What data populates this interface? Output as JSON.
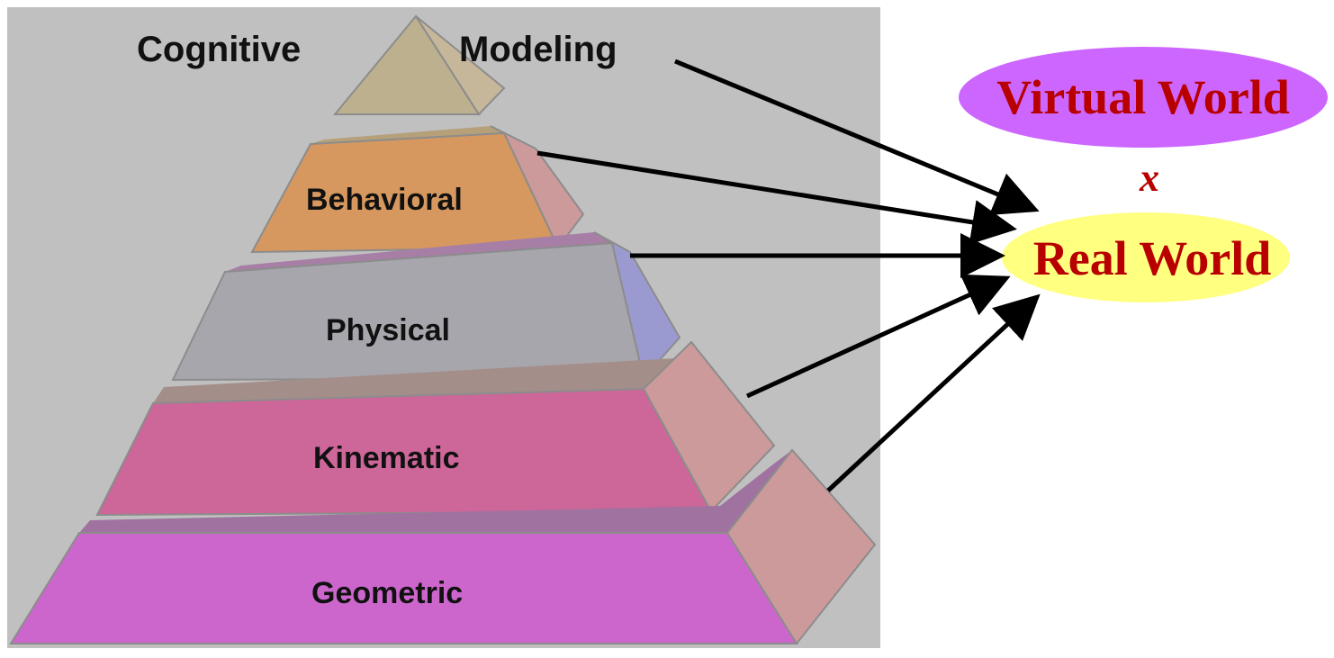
{
  "pyramid": {
    "top_left_label": "Cognitive",
    "top_right_label": "Modeling",
    "layers": [
      {
        "id": "behavioral",
        "label": "Behavioral",
        "front_color": "#d6985f",
        "side_color": "#cc9a9a"
      },
      {
        "id": "physical",
        "label": "Physical",
        "front_color": "#a7a6ad",
        "side_color": "#9a9ad0"
      },
      {
        "id": "kinematic",
        "label": "Kinematic",
        "front_color": "#cd6699",
        "side_color": "#cc9a9a"
      },
      {
        "id": "geometric",
        "label": "Geometric",
        "front_color": "#cc66cc",
        "side_color": "#cc9a9a"
      }
    ],
    "apex_color": "#bdb08e",
    "background_color": "#c0c0c0"
  },
  "worlds": {
    "virtual_world": {
      "label": "Virtual World",
      "fill": "#cc66ff"
    },
    "operator": "x",
    "real_world": {
      "label": "Real World",
      "fill": "#ffff80"
    }
  },
  "text_color": "#b80000"
}
